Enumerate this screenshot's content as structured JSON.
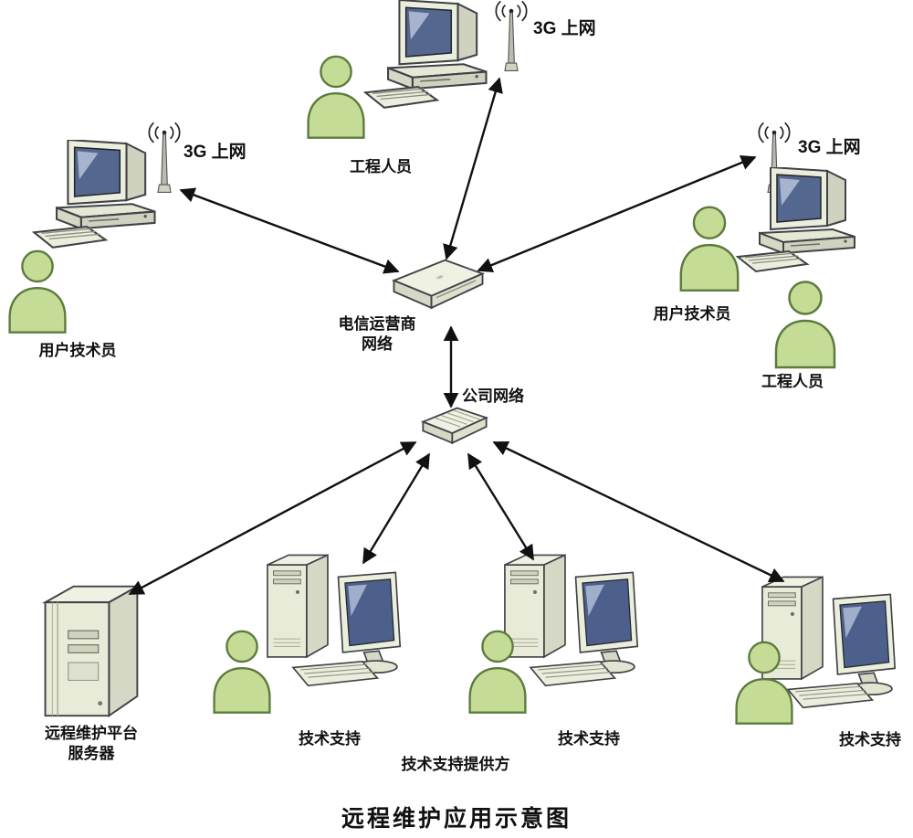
{
  "title": "远程维护应用示意图",
  "stations": {
    "top": {
      "g3": "3G 上网",
      "person": "工程人员"
    },
    "left": {
      "g3": "3G 上网",
      "person": "用户技术员"
    },
    "right": {
      "g3": "3G 上网",
      "person1": "用户技术员",
      "person2": "工程人员"
    }
  },
  "network": {
    "telecom_line1": "电信运营商",
    "telecom_line2": "网络",
    "company": "公司网络"
  },
  "bottom": {
    "server_line1": "远程维护平台",
    "server_line2": "服务器",
    "support1": "技术支持",
    "support2": "技术支持",
    "support3": "技术支持",
    "provider": "技术支持提供方"
  },
  "colors": {
    "person_fill": "#c5dc96",
    "person_stroke": "#5d7b3e",
    "device_light": "#eff1e2",
    "device_mid": "#dde0cc",
    "device_dark": "#d5d8c5",
    "screen": "#54678f",
    "arrow": "#111111"
  }
}
